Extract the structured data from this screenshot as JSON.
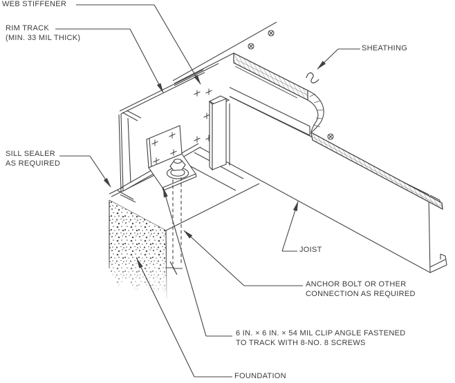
{
  "diagram": {
    "type": "construction-detail",
    "colors": {
      "line": "#404040",
      "text": "#3a3a3a",
      "hatch": "#555555",
      "stipple": "#4a4a4a",
      "background": "#ffffff"
    },
    "labels": {
      "web_stiffener": {
        "lines": [
          "WEB STIFFENER"
        ]
      },
      "rim_track": {
        "lines": [
          "RIM TRACK",
          "(MIN. 33 MIL THICK)"
        ]
      },
      "sheathing": {
        "lines": [
          "SHEATHING"
        ]
      },
      "sill_sealer": {
        "lines": [
          "SILL SEALER",
          "AS REQUIRED"
        ]
      },
      "joist": {
        "lines": [
          "JOIST"
        ]
      },
      "anchor_bolt": {
        "lines": [
          "ANCHOR BOLT OR OTHER",
          "CONNECTION AS REQUIRED"
        ]
      },
      "clip_angle": {
        "lines": [
          "6 IN. × 6 IN. × 54 MIL CLIP ANGLE FASTENED",
          "TO TRACK WITH 8-NO. 8 SCREWS"
        ]
      },
      "foundation": {
        "lines": [
          "FOUNDATION"
        ]
      }
    }
  }
}
